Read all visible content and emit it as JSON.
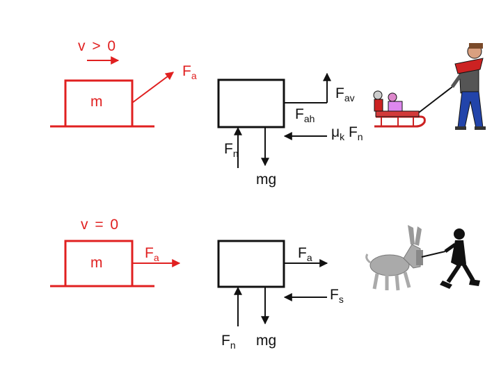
{
  "colors": {
    "accent": "#e02020",
    "ink": "#111111"
  },
  "icons": {
    "sled_scene": "person-pulling-sled-illustration",
    "donkey_scene": "donkey-and-pulling-figure-illustration"
  },
  "top": {
    "velocity": "v > 0",
    "mass": "m",
    "applied_force": {
      "base": "F",
      "sub": "a"
    },
    "fbd": {
      "vertical_component": {
        "base": "F",
        "sub": "av"
      },
      "horizontal_component": {
        "base": "F",
        "sub": "ah"
      },
      "friction": {
        "coef": "μ",
        "coef_sub": "k",
        "tail": " F",
        "tail_sub": "n"
      },
      "normal": {
        "base": "F",
        "sub": "n"
      },
      "weight": "mg"
    }
  },
  "bottom": {
    "velocity": "v = 0",
    "mass": "m",
    "applied_force": {
      "base": "F",
      "sub": "a"
    },
    "fbd": {
      "applied": {
        "base": "F",
        "sub": "a"
      },
      "static_friction": {
        "base": "F",
        "sub": "s"
      },
      "normal": {
        "base": "F",
        "sub": "n"
      },
      "weight": "mg"
    }
  }
}
